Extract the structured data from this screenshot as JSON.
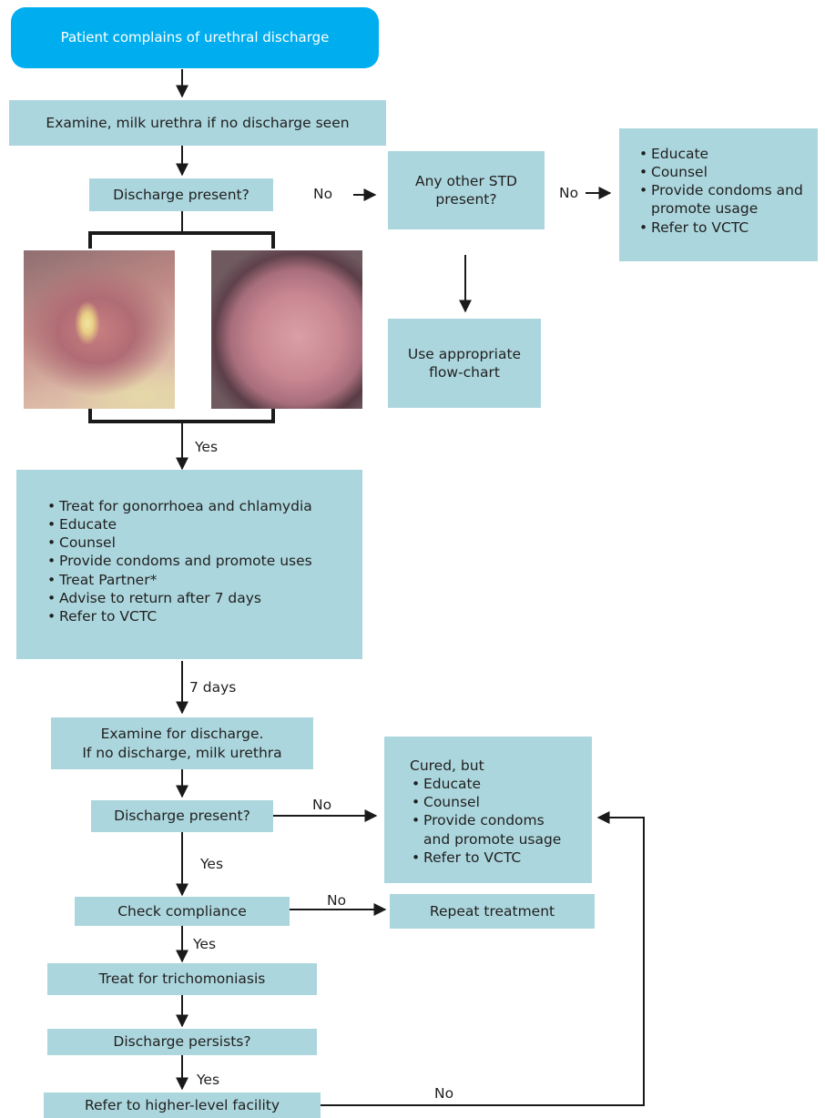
{
  "start": "Patient complains of urethral discharge",
  "examine_1": "Examine, milk urethra if no discharge seen",
  "discharge_present_1": "Discharge present?",
  "other_std": "Any other STD\npresent?",
  "no_std_actions": [
    "Educate",
    "Counsel",
    "Provide condoms and promote usage",
    "Refer to VCTC"
  ],
  "use_flowchart": "Use appropriate\nflow-chart",
  "treatment": [
    "Treat for gonorrhoea and chlamydia",
    "Educate",
    "Counsel",
    "Provide condoms and promote uses",
    "Treat Partner*",
    "Advise to return after 7 days",
    "Refer to VCTC"
  ],
  "examine_2": "Examine for discharge.\nIf no discharge, milk urethra",
  "discharge_present_2": "Discharge present?",
  "cured": {
    "heading": "Cured, but",
    "items": [
      "Educate",
      "Counsel",
      "Provide condoms and promote usage",
      "Refer to VCTC"
    ]
  },
  "check_compliance": "Check compliance",
  "repeat_treatment": "Repeat treatment",
  "treat_trich": "Treat for trichomoniasis",
  "discharge_persists": "Discharge persists?",
  "refer": "Refer to higher-level facility",
  "labels": {
    "no": "No",
    "yes": "Yes",
    "seven_days": "7 days"
  },
  "colors": {
    "start_box": "#00aeef",
    "box": "#acd6dd",
    "line": "#1a1a1a"
  }
}
